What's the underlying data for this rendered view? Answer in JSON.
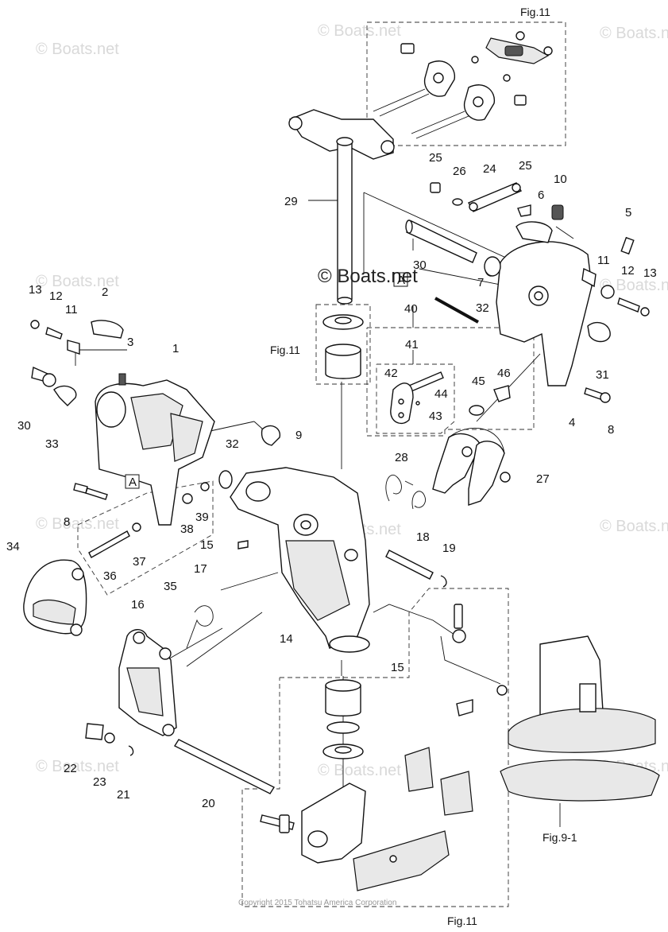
{
  "figure_refs": {
    "top": "Fig.11",
    "left": "Fig.11",
    "bottom": "Fig.11",
    "bottom_right": "Fig.9-1"
  },
  "boxes": {
    "box_a_top": "A",
    "box_a_left": "A"
  },
  "watermarks": {
    "small": "© Boats.net",
    "center": "© Boats.net"
  },
  "copyright": "Copyright 2015 Tohatsu America Corporation",
  "callouts": [
    "1",
    "2",
    "3",
    "4",
    "5",
    "6",
    "7",
    "8",
    "8",
    "9",
    "10",
    "11",
    "11",
    "12",
    "12",
    "13",
    "13",
    "14",
    "15",
    "15",
    "16",
    "17",
    "18",
    "19",
    "20",
    "21",
    "22",
    "23",
    "24",
    "25",
    "25",
    "26",
    "27",
    "28",
    "29",
    "30",
    "30",
    "31",
    "32",
    "32",
    "33",
    "34",
    "35",
    "36",
    "37",
    "38",
    "39",
    "40",
    "41",
    "42",
    "43",
    "44",
    "45",
    "46"
  ],
  "colors": {
    "line": "#111111",
    "watermark": "#d9d9d9",
    "shade": "#e8e8e8"
  }
}
